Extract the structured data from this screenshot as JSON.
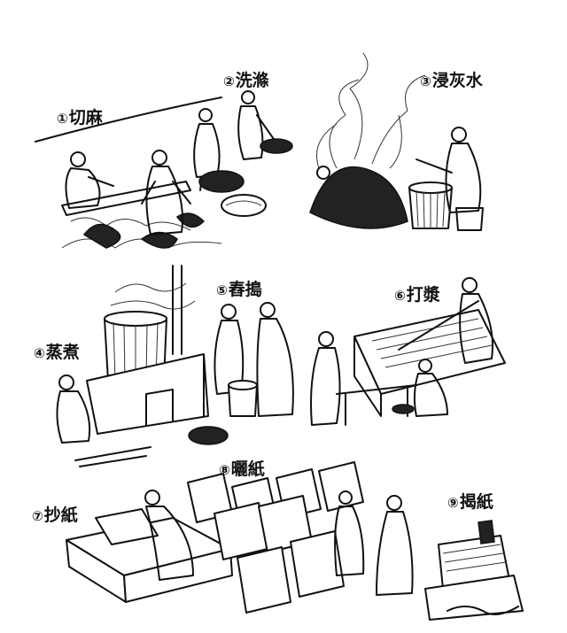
{
  "title": "Ancient papermaking process",
  "steps": [
    {
      "num": "①",
      "label": "切麻"
    },
    {
      "num": "②",
      "label": "洗滌"
    },
    {
      "num": "③",
      "label": "浸灰水"
    },
    {
      "num": "④",
      "label": "蒸煮"
    },
    {
      "num": "⑤",
      "label": "舂搗"
    },
    {
      "num": "⑥",
      "label": "打漿"
    },
    {
      "num": "⑦",
      "label": "抄紙"
    },
    {
      "num": "⑧",
      "label": "曬紙"
    },
    {
      "num": "⑨",
      "label": "揭紙"
    }
  ],
  "colors": {
    "ink": "#111111",
    "paper": "#ffffff"
  }
}
